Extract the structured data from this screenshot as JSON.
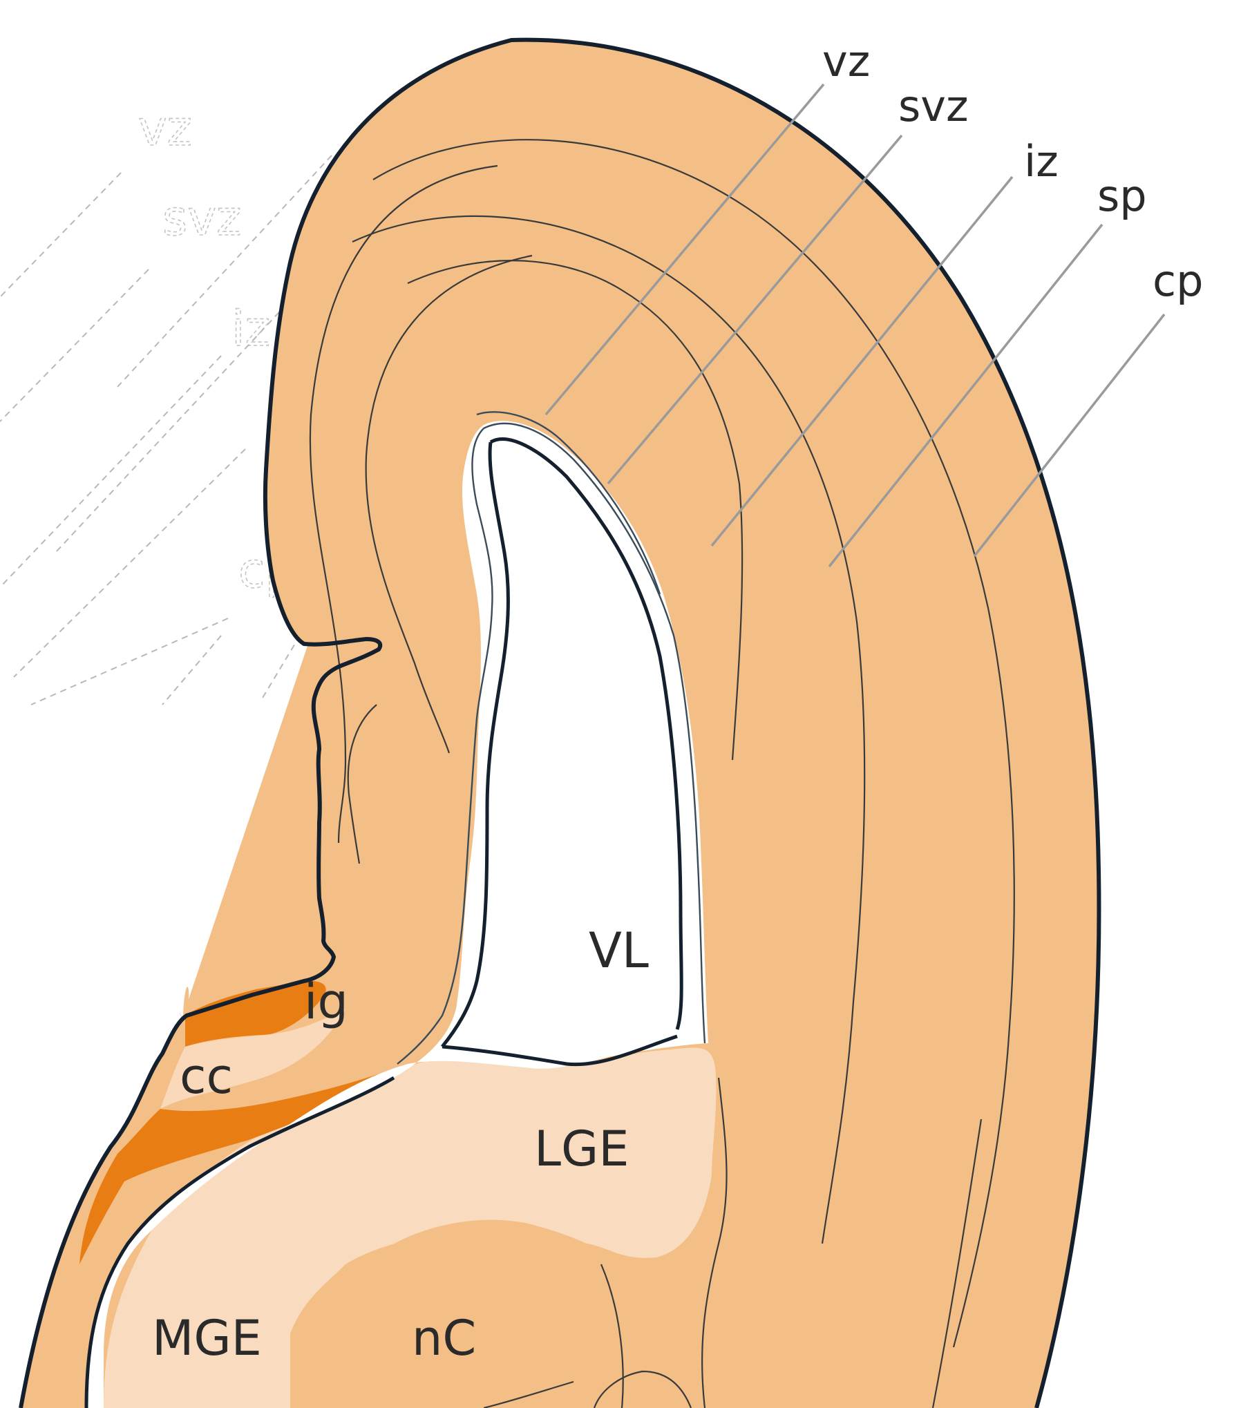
{
  "colors": {
    "tissue": "#f3bf86",
    "eminence": "#f9dcbf",
    "dark_band": "#e87d14",
    "ventricle": "#ffffff",
    "outline": "#14202e",
    "leader": "#9a9a9a"
  },
  "layer_labels": {
    "vz": "vz",
    "svz": "svz",
    "iz": "iz",
    "sp": "sp",
    "cp": "cp"
  },
  "region_labels": {
    "vl": "VL",
    "ig": "ig",
    "cc": "cc",
    "lge": "LGE",
    "mge": "MGE",
    "nc": "nC"
  }
}
